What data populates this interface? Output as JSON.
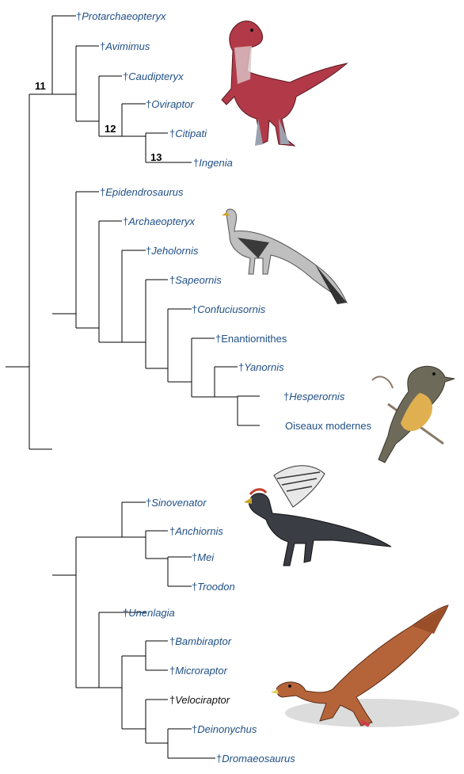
{
  "leaves": [
    {
      "id": "protarchaeopteryx",
      "dagger": "†",
      "name": "Protarchaeopteryx",
      "italic": true,
      "plain": false
    },
    {
      "id": "avimimus",
      "dagger": "†",
      "name": "Avimimus",
      "italic": true,
      "plain": false
    },
    {
      "id": "caudipteryx",
      "dagger": "†",
      "name": "Caudipteryx",
      "italic": true,
      "plain": false
    },
    {
      "id": "oviraptor",
      "dagger": "†",
      "name": "Oviraptor",
      "italic": true,
      "plain": false
    },
    {
      "id": "citipati",
      "dagger": "†",
      "name": "Citipati",
      "italic": true,
      "plain": false
    },
    {
      "id": "ingenia",
      "dagger": "†",
      "name": "Ingenia",
      "italic": true,
      "plain": false
    },
    {
      "id": "epidendrosaurus",
      "dagger": "†",
      "name": "Epidendrosaurus",
      "italic": true,
      "plain": false
    },
    {
      "id": "archaeopteryx",
      "dagger": "†",
      "name": "Archaeopteryx",
      "italic": true,
      "plain": false
    },
    {
      "id": "jeholornis",
      "dagger": "†",
      "name": "Jeholornis",
      "italic": true,
      "plain": false
    },
    {
      "id": "sapeornis",
      "dagger": "†",
      "name": "Sapeornis",
      "italic": true,
      "plain": false
    },
    {
      "id": "confuciusornis",
      "dagger": "†",
      "name": "Confuciusornis",
      "italic": true,
      "plain": false
    },
    {
      "id": "enantiornithes",
      "dagger": "†",
      "name": "Enantiornithes",
      "italic": false,
      "plain": false
    },
    {
      "id": "yanornis",
      "dagger": "†",
      "name": "Yanornis",
      "italic": true,
      "plain": false
    },
    {
      "id": "hesperornis",
      "dagger": "†",
      "name": "Hesperornis",
      "italic": true,
      "plain": false
    },
    {
      "id": "oiseaux-modernes",
      "dagger": "",
      "name": "Oiseaux modernes",
      "italic": false,
      "plain": false
    },
    {
      "id": "sinovenator",
      "dagger": "†",
      "name": "Sinovenator",
      "italic": true,
      "plain": false
    },
    {
      "id": "anchiornis",
      "dagger": "†",
      "name": "Anchiornis",
      "italic": true,
      "plain": false
    },
    {
      "id": "mei",
      "dagger": "†",
      "name": "Mei",
      "italic": true,
      "plain": false
    },
    {
      "id": "troodon",
      "dagger": "†",
      "name": "Troodon",
      "italic": true,
      "plain": false
    },
    {
      "id": "unenlagia",
      "dagger": "†",
      "name": "Unenlagia",
      "italic": true,
      "plain": false
    },
    {
      "id": "bambiraptor",
      "dagger": "†",
      "name": "Bambiraptor",
      "italic": true,
      "plain": false
    },
    {
      "id": "microraptor",
      "dagger": "†",
      "name": "Microraptor",
      "italic": true,
      "plain": false
    },
    {
      "id": "velociraptor",
      "dagger": "†",
      "name": "Velociraptor",
      "italic": true,
      "plain": true
    },
    {
      "id": "deinonychus",
      "dagger": "†",
      "name": "Deinonychus",
      "italic": true,
      "plain": false
    },
    {
      "id": "dromaeosaurus",
      "dagger": "†",
      "name": "Dromaeosaurus",
      "italic": true,
      "plain": false
    }
  ],
  "node_labels": {
    "n11": "11",
    "n12": "12",
    "n13": "13"
  },
  "illustrations": [
    {
      "id": "oviraptorid-illustration",
      "icon": "oviraptorid-dinosaur-icon"
    },
    {
      "id": "jeholornis-illustration",
      "icon": "long-tailed-bird-icon"
    },
    {
      "id": "modern-bird-illustration",
      "icon": "perched-songbird-icon"
    },
    {
      "id": "anchiornis-illustration",
      "icon": "feathered-troodontid-icon"
    },
    {
      "id": "dromaeosaur-illustration",
      "icon": "feathered-dromaeosaur-icon"
    }
  ],
  "colors": {
    "label_blue": "#1f4f86",
    "label_black": "#111111",
    "line": "#000000"
  }
}
